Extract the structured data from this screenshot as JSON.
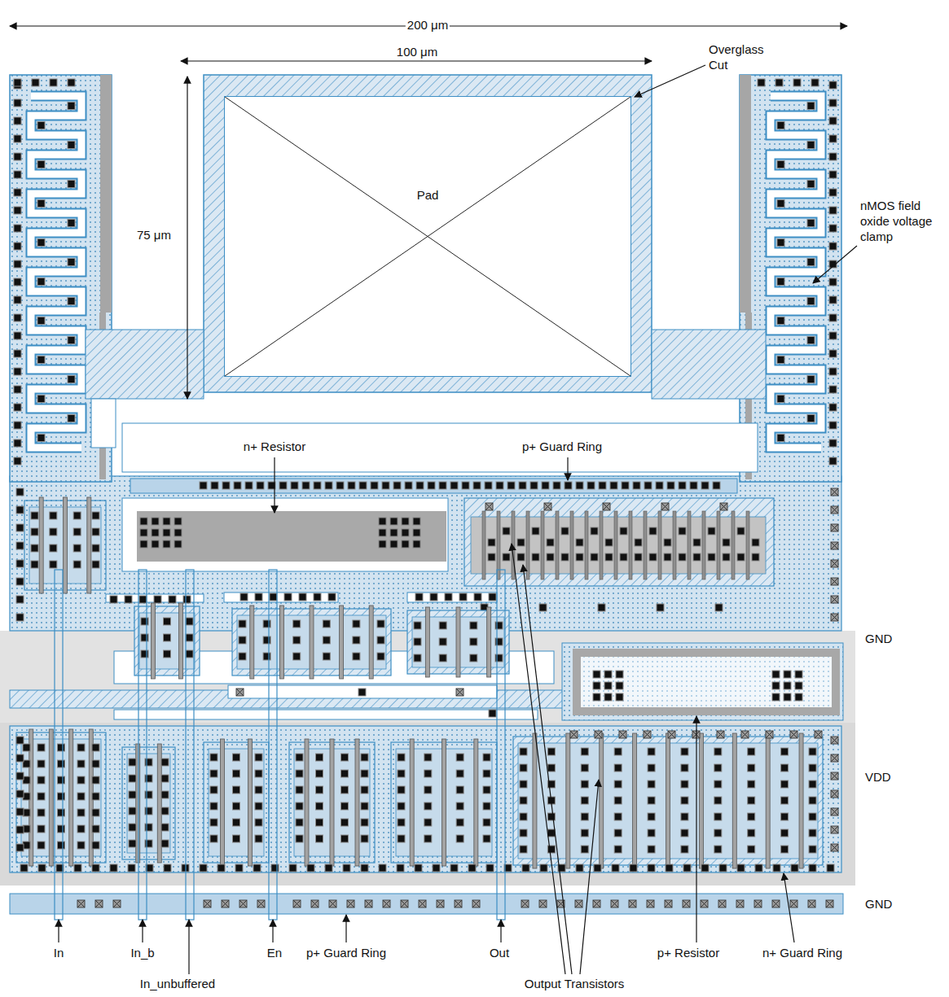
{
  "diagram": {
    "nodes": [
      {
        "text": [
          "Pad"
        ]
      }
    ],
    "labels": [
      "200 μm",
      "100 μm",
      "75 μm",
      "Overglass Cut",
      "nMOS field oxide voltage clamp",
      "n+ Resistor",
      "p+ Guard Ring",
      "GND",
      "VDD",
      "GND",
      "In",
      "In_b",
      "In_unbuffered",
      "En",
      "p+ Guard Ring",
      "Out",
      "Output Transistors",
      "p+ Resistor",
      "n+ Guard Ring"
    ]
  }
}
